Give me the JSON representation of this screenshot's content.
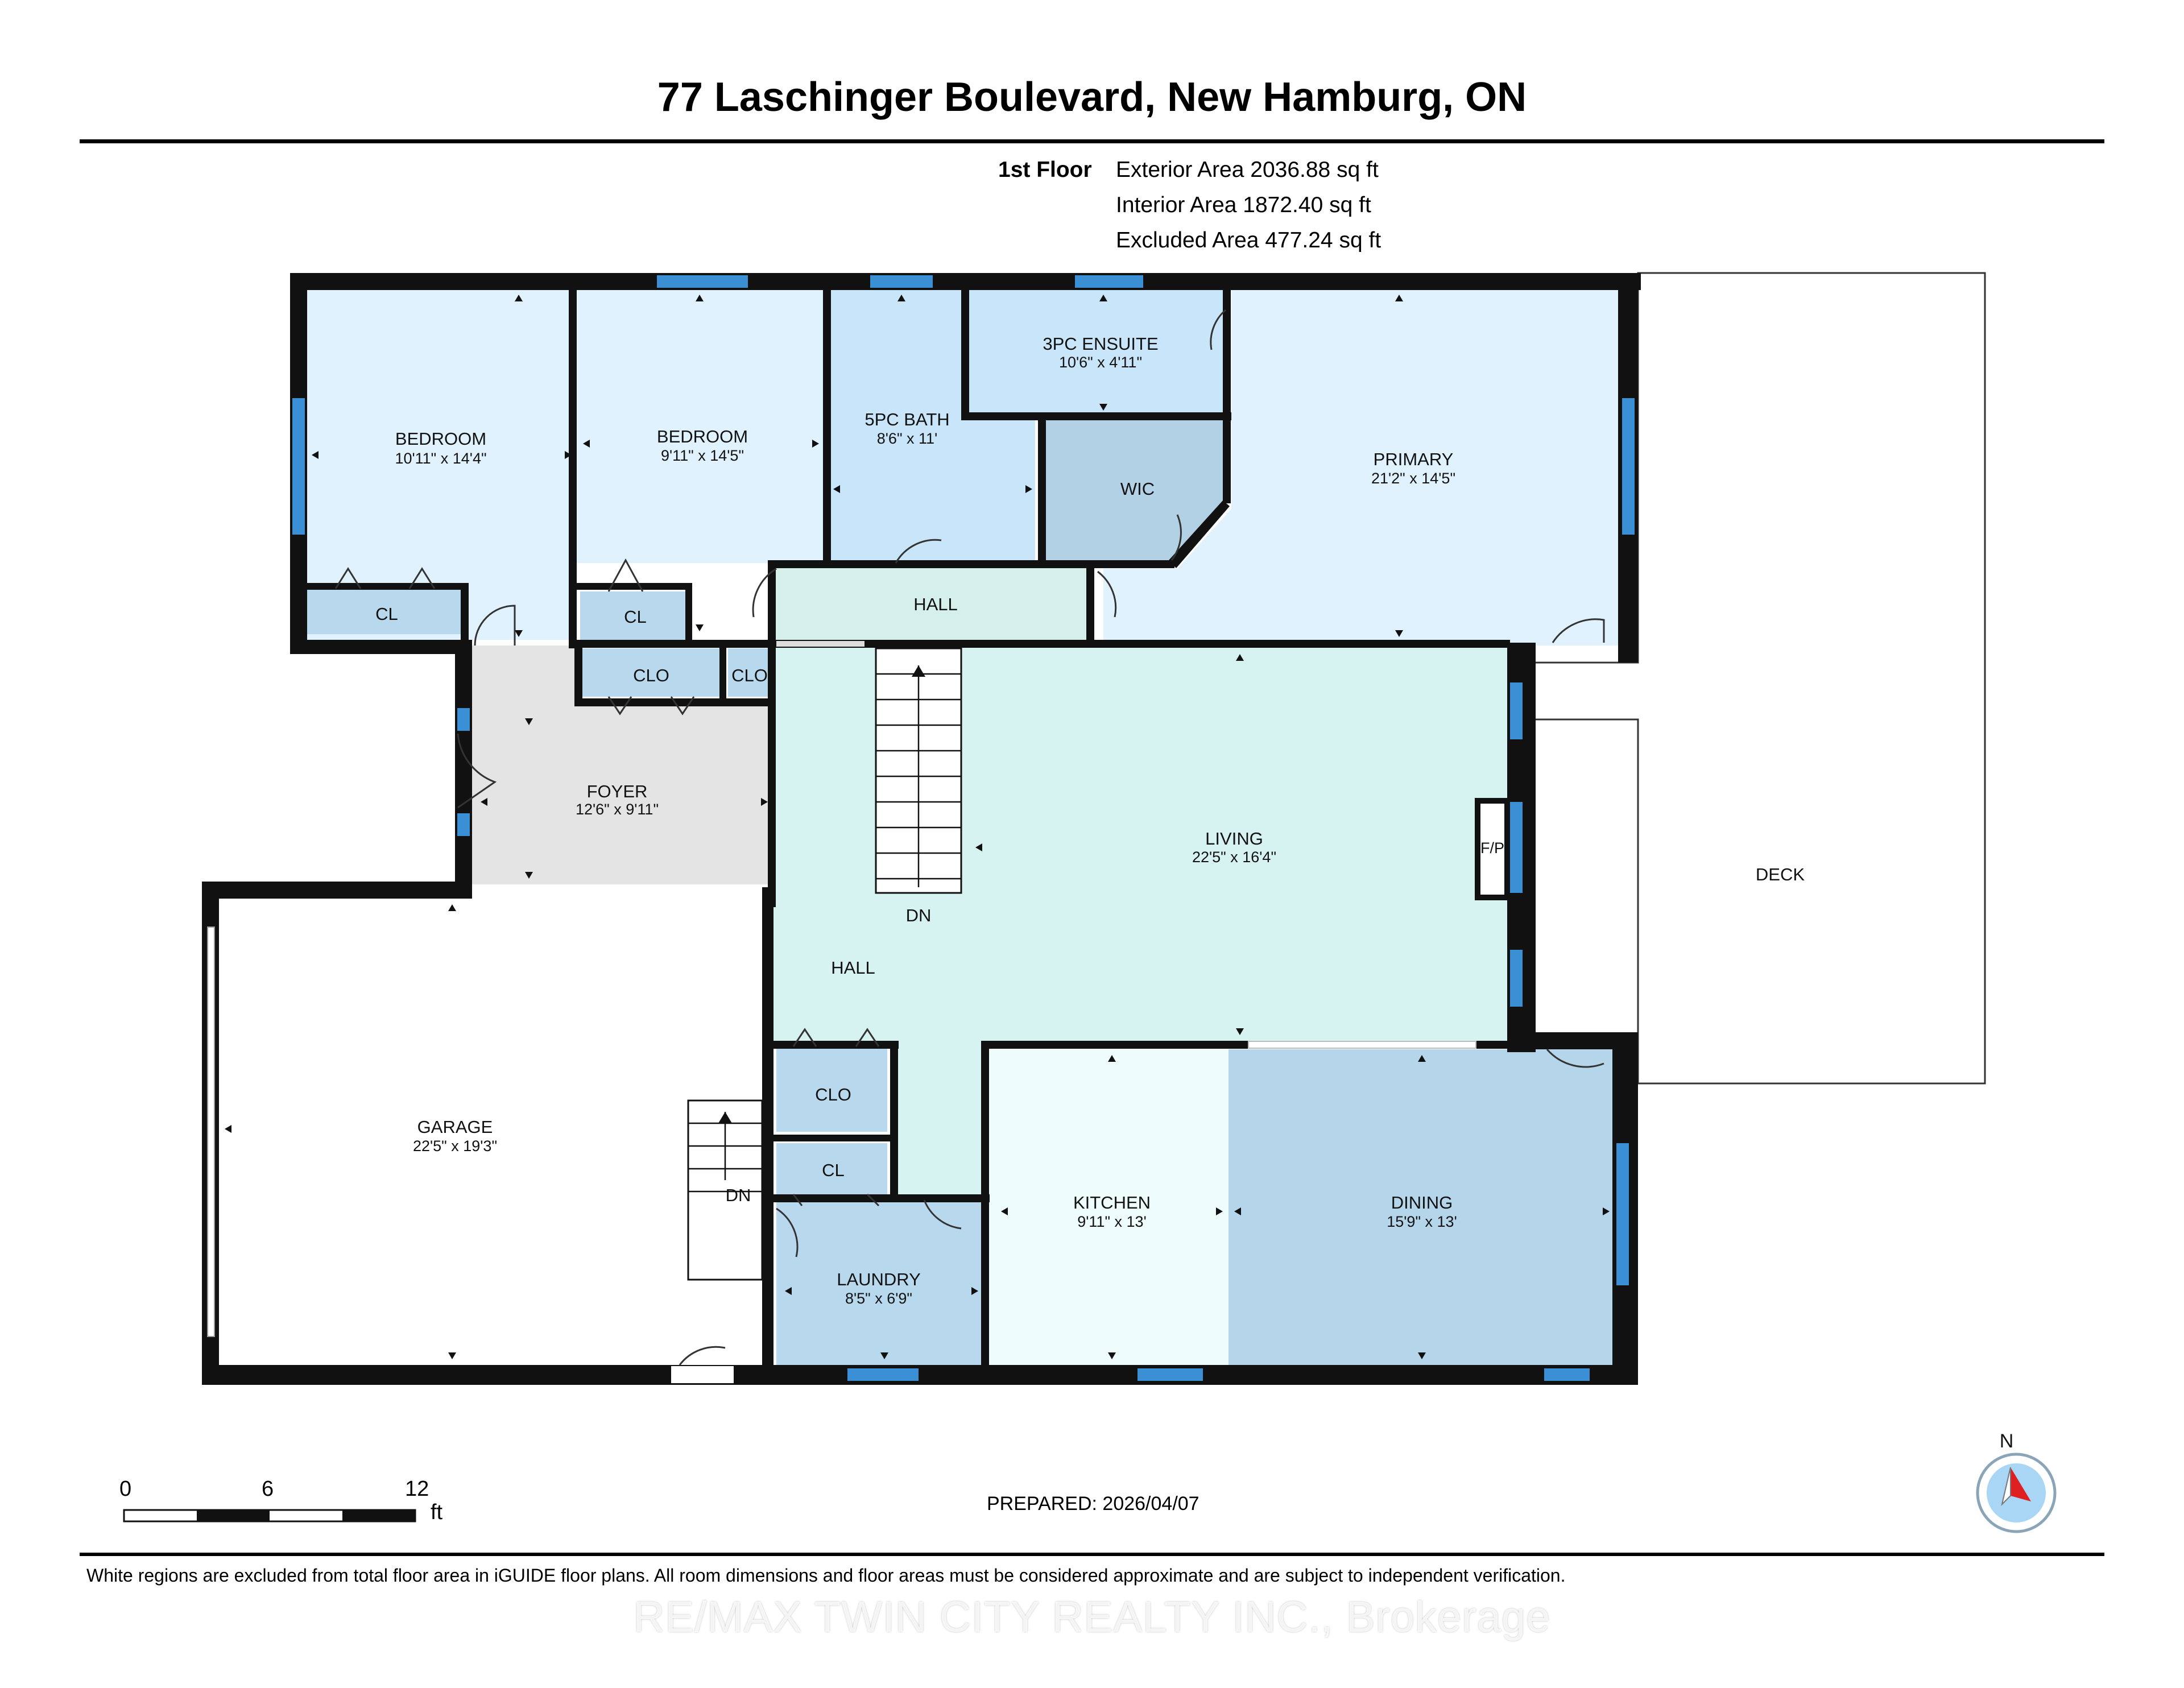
{
  "header": {
    "title": "77 Laschinger Boulevard, New Hamburg, ON"
  },
  "floor_info": {
    "floor": "1st Floor",
    "exterior_area": "Exterior Area 2036.88 sq ft",
    "interior_area": "Interior Area 1872.40 sq ft",
    "excluded_area": "Excluded Area 477.24 sq ft"
  },
  "colors": {
    "wall": "#111111",
    "window": "#3b8fd4",
    "bedroom": "#dff2fd",
    "bath": "#c8e5f9",
    "wic": "#b3d1e4",
    "closet": "#b7d8ed",
    "hall": "#d5f0ea",
    "living": "#d6f2f1",
    "foyer": "#e4e4e4",
    "garage": "#ffffff",
    "kitchen": "#eefcfc",
    "dining": "#b5d6ea",
    "laundry": "#b7d8ed"
  },
  "rooms": {
    "bedroom1": {
      "name": "BEDROOM",
      "dims": "10'11\" x 14'4\""
    },
    "bedroom2": {
      "name": "BEDROOM",
      "dims": "9'11\" x 14'5\""
    },
    "bath": {
      "name": "5PC BATH",
      "dims": "8'6\" x 11'"
    },
    "ensuite": {
      "name": "3PC ENSUITE",
      "dims": "10'6\" x 4'11\""
    },
    "wic": {
      "name": "WIC"
    },
    "primary": {
      "name": "PRIMARY",
      "dims": "21'2\" x 14'5\""
    },
    "hall_upper": {
      "name": "HALL"
    },
    "cl1": {
      "name": "CL"
    },
    "cl2": {
      "name": "CL"
    },
    "clo1": {
      "name": "CLO"
    },
    "clo2": {
      "name": "CLO"
    },
    "foyer": {
      "name": "FOYER",
      "dims": "12'6\" x 9'11\""
    },
    "living": {
      "name": "LIVING",
      "dims": "22'5\" x 16'4\""
    },
    "fireplace": {
      "name": "F/P"
    },
    "stairs_main": {
      "name": "DN"
    },
    "hall_lower": {
      "name": "HALL"
    },
    "deck": {
      "name": "DECK"
    },
    "garage": {
      "name": "GARAGE",
      "dims": "22'5\" x 19'3\""
    },
    "stairs_garage": {
      "name": "DN"
    },
    "clo3": {
      "name": "CLO"
    },
    "cl3": {
      "name": "CL"
    },
    "laundry": {
      "name": "LAUNDRY",
      "dims": "8'5\" x 6'9\""
    },
    "kitchen": {
      "name": "KITCHEN",
      "dims": "9'11\" x 13'"
    },
    "dining": {
      "name": "DINING",
      "dims": "15'9\" x 13'"
    }
  },
  "scale": {
    "zero": "0",
    "mid": "6",
    "max": "12",
    "unit": "ft"
  },
  "compass": {
    "label": "N",
    "icon": "north-arrow-icon"
  },
  "footer": {
    "prepared": "PREPARED: 2026/04/07",
    "disclaimer": "White regions are excluded from total floor area in iGUIDE floor plans. All room dimensions and floor areas must be considered approximate and are subject to independent verification.",
    "watermark": "RE/MAX TWIN CITY REALTY INC., Brokerage"
  }
}
